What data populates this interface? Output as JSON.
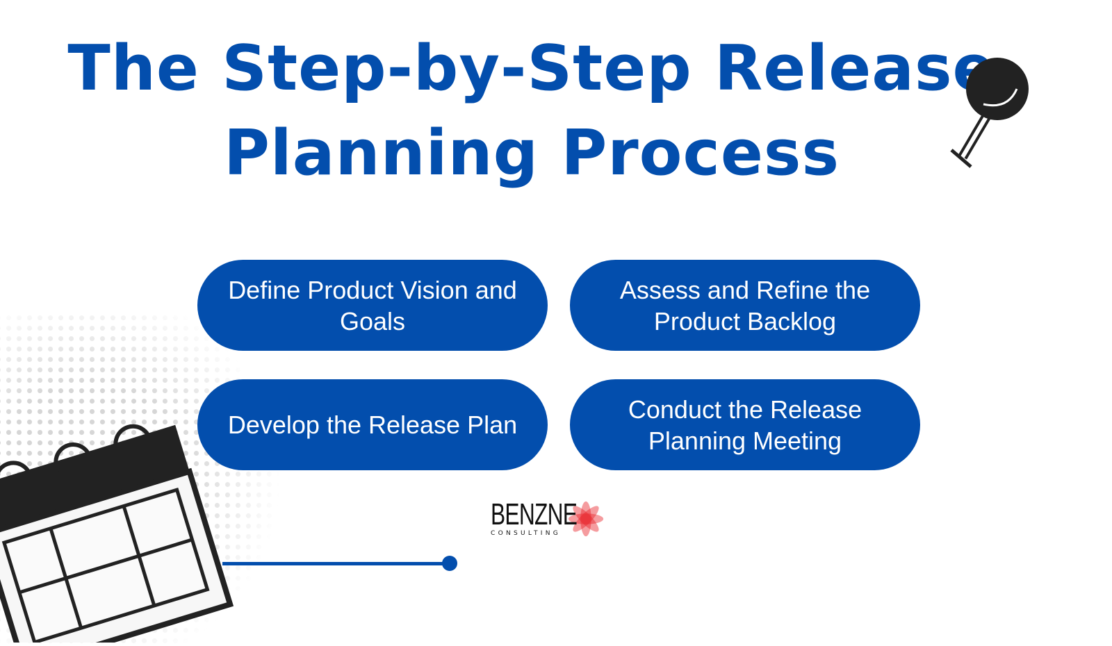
{
  "title": {
    "line1": "The Step-by-Step Release",
    "line2": "Planning Process"
  },
  "steps": [
    {
      "label": "Define Product Vision and Goals"
    },
    {
      "label": "Assess and Refine the Product Backlog"
    },
    {
      "label": "Develop the Release Plan"
    },
    {
      "label": "Conduct the Release Planning Meeting"
    }
  ],
  "logo": {
    "name": "BENZNE",
    "tagline": "CONSULTING"
  },
  "colors": {
    "accent": "#034ead",
    "dark": "#222222",
    "logo_red": "#e8232a"
  }
}
